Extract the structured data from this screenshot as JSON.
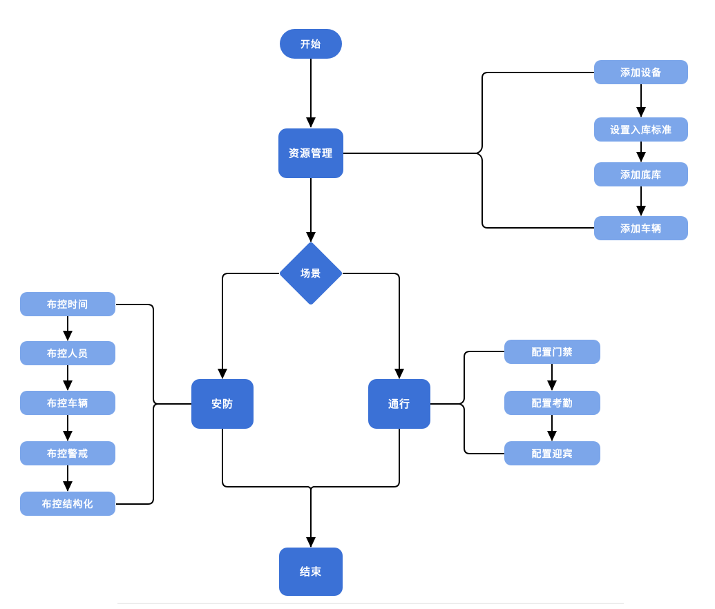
{
  "colors": {
    "node_primary": "#3B71D6",
    "node_secondary": "#7CA6EA",
    "node_text": "#FFFFFF",
    "connector": "#000000"
  },
  "nodes": {
    "start": {
      "label": "开始"
    },
    "resource_management": {
      "label": "资源管理"
    },
    "add_device": {
      "label": "添加设备"
    },
    "set_entry_standard": {
      "label": "设置入库标准"
    },
    "add_base_library": {
      "label": "添加底库"
    },
    "add_vehicle": {
      "label": "添加车辆"
    },
    "scene": {
      "label": "场景"
    },
    "security": {
      "label": "安防"
    },
    "passage": {
      "label": "通行"
    },
    "control_time": {
      "label": "布控时间"
    },
    "control_person": {
      "label": "布控人员"
    },
    "control_vehicle": {
      "label": "布控车辆"
    },
    "control_alert": {
      "label": "布控警戒"
    },
    "control_structured": {
      "label": "布控结构化"
    },
    "config_door_access": {
      "label": "配置门禁"
    },
    "config_attendance": {
      "label": "配置考勤"
    },
    "config_welcome": {
      "label": "配置迎宾"
    },
    "end": {
      "label": "结束"
    }
  }
}
